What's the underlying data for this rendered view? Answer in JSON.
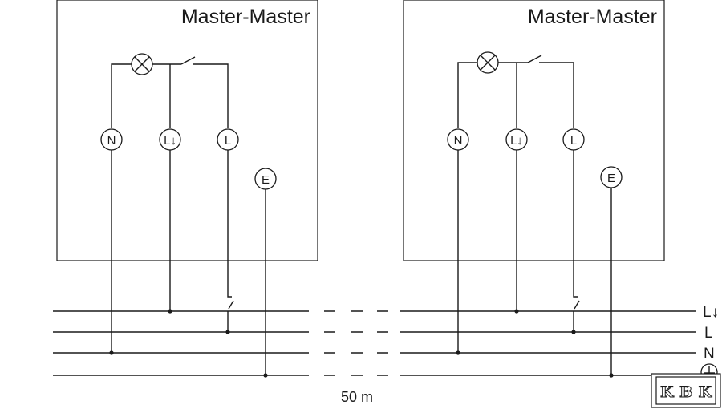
{
  "units": [
    {
      "title": "Master-Master",
      "terminals": {
        "n": "N",
        "ll": "L↓",
        "l": "L",
        "e": "E"
      }
    },
    {
      "title": "Master-Master",
      "terminals": {
        "n": "N",
        "ll": "L↓",
        "l": "L",
        "e": "E"
      }
    }
  ],
  "bus_labels": [
    "L↓",
    "L",
    "N",
    "⏚"
  ],
  "distance": "50 m",
  "logo": "KBK"
}
